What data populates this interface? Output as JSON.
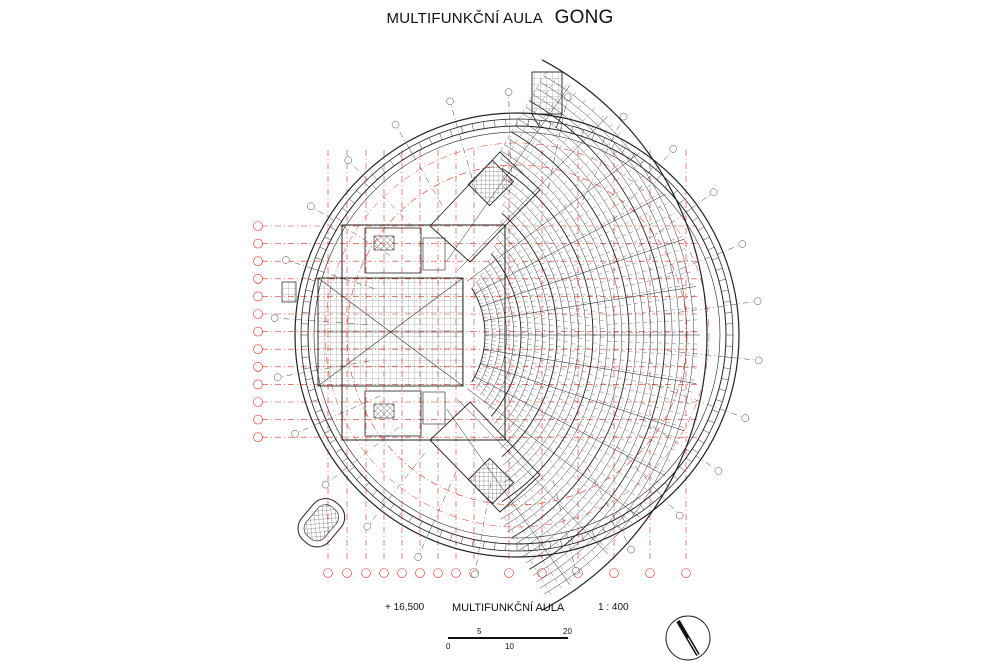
{
  "title": {
    "main": "MULTIFUNKČNÍ AULA",
    "accent": "GONG"
  },
  "caption": {
    "level": "+ 16,500",
    "name": "MULTIFUNKČNÍ AULA",
    "scale": "1 : 400"
  },
  "scalebar": {
    "labels": [
      "0",
      "5",
      "10",
      "20"
    ]
  },
  "colors": {
    "ink": "#222222",
    "grid": "#e0301e",
    "paper": "#ffffff"
  },
  "icons": {
    "north": "north-arrow-icon"
  }
}
